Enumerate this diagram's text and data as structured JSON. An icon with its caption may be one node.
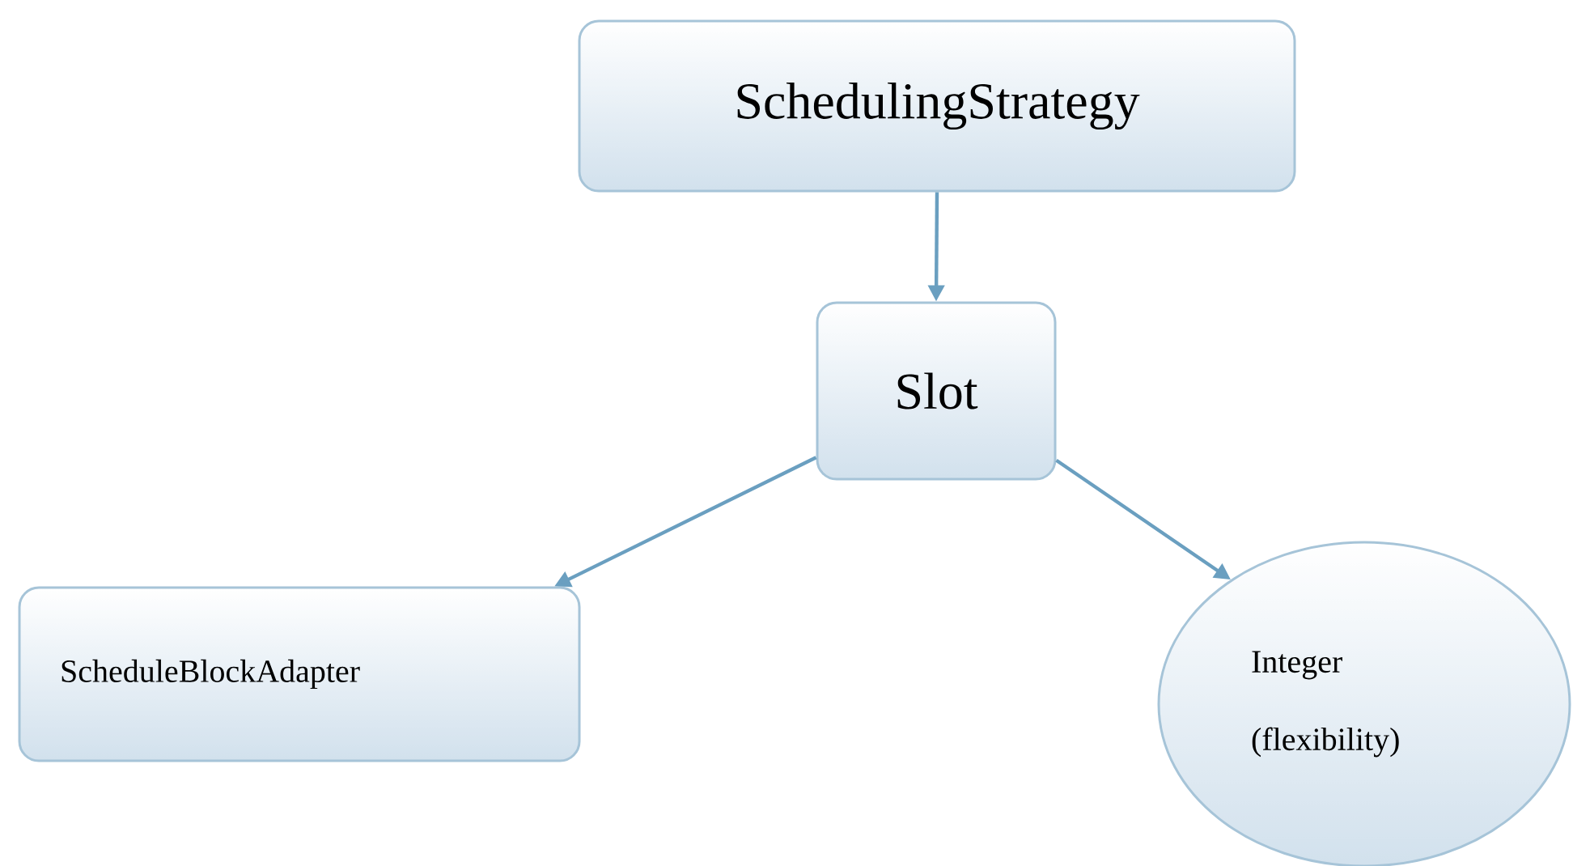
{
  "diagram": {
    "nodes": [
      {
        "text": [
          "SchedulingStrategy"
        ]
      },
      {
        "text": [
          "Slot"
        ]
      },
      {
        "text": [
          "ScheduleBlockAdapter"
        ]
      },
      {
        "text": [
          "Integer (flexibility)"
        ]
      }
    ],
    "edges": [
      {
        "from": 0,
        "to": 1,
        "arrow": "to"
      },
      {
        "from": 1,
        "to": 2,
        "arrow": "to"
      },
      {
        "from": 1,
        "to": 3,
        "arrow": "to"
      }
    ]
  }
}
